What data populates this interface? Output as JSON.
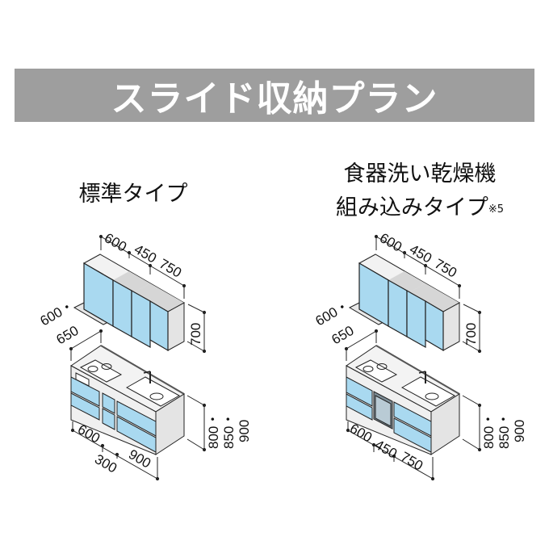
{
  "banner_title": "スライド収納プラン",
  "standard": {
    "heading": "標準タイプ",
    "upper_widths": [
      "600",
      "450",
      "750"
    ],
    "upper_height": "700",
    "depth": [
      "600",
      "・",
      "650"
    ],
    "counter_heights": [
      "800",
      "・",
      "850",
      "・",
      "900"
    ],
    "lower_widths": [
      "600",
      "300",
      "900"
    ]
  },
  "dishwasher": {
    "heading_line1": "食器洗い乾燥機",
    "heading_line2": "組み込みタイプ",
    "note": "※5",
    "upper_widths": [
      "600",
      "450",
      "750"
    ],
    "upper_height": "700",
    "depth": [
      "600",
      "・",
      "650"
    ],
    "counter_heights": [
      "800",
      "・",
      "850",
      "・",
      "900"
    ],
    "lower_widths": [
      "600",
      "450",
      "750"
    ]
  },
  "colors": {
    "banner": "#9e9e9e",
    "door": "#a9d9f0",
    "panel": "#e4e4e4"
  }
}
